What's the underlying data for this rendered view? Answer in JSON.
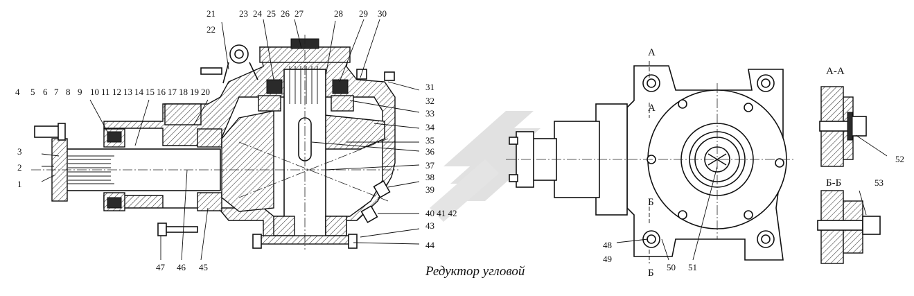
{
  "caption": "Редуктор угловой",
  "callouts": {
    "top": [
      "21",
      "22",
      "23",
      "24",
      "25",
      "26",
      "27",
      "28",
      "29",
      "30"
    ],
    "upper_left": [
      "4",
      "5",
      "6",
      "7",
      "8",
      "9",
      "10",
      "11",
      "12",
      "13",
      "14",
      "15",
      "16",
      "17",
      "18",
      "19",
      "20"
    ],
    "left_side": [
      "3",
      "2",
      "1"
    ],
    "right_side": [
      "31",
      "32",
      "33",
      "34",
      "35",
      "36",
      "37",
      "38",
      "39",
      "40 41 42",
      "43",
      "44"
    ],
    "bottom": [
      "47",
      "46",
      "45"
    ],
    "front_view": [
      "48",
      "49",
      "50",
      "51"
    ],
    "section_views": [
      "52",
      "53"
    ]
  },
  "section_marks": {
    "a": "А",
    "b": "Б",
    "view_a": "А-А",
    "view_b": "Б-Б"
  }
}
